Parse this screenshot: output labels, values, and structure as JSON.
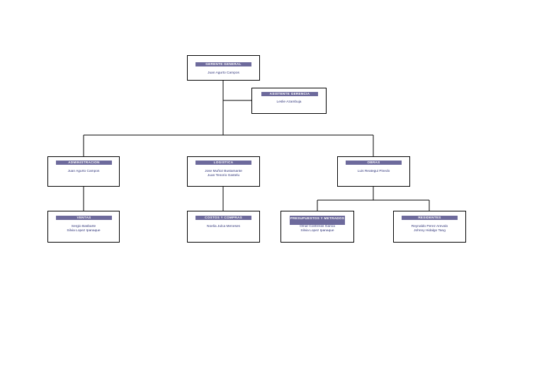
{
  "nodes": {
    "gerente_general": {
      "title": "GERENTE GENERAL",
      "names": [
        "Juan Agurto Campos"
      ]
    },
    "asistente_gerencia": {
      "title": "ASISTENTE GERENCIA",
      "names": [
        "Leslie Azambuja"
      ]
    },
    "administracion": {
      "title": "ADMINISTRACION",
      "names": [
        "Juan Agurto Campos"
      ]
    },
    "logistica": {
      "title": "LOGISTICA",
      "names": [
        "Jose Muñoz Bustamante",
        "Juan Tenorio Gastelu"
      ]
    },
    "obras": {
      "title": "OBRAS",
      "names": [
        "Luis Reategui Pinedo"
      ]
    },
    "ventas": {
      "title": "VENTAS",
      "names": [
        "Sergio Basbarte",
        "Silvia Lopez Ipanaque"
      ]
    },
    "costos_compras": {
      "title": "COSTOS Y COMPRAS",
      "names": [
        "Noelia Julca Meneses"
      ]
    },
    "presupuestos": {
      "title": "PRESUPUESTOS Y METRADOS",
      "names": [
        "Omar Contreras Garcia",
        "Silvia Lopez Ipanaque"
      ]
    },
    "residentes": {
      "title": "RESIDENTES",
      "names": [
        "Reynaldo Perez Arevalo",
        "Johnny Hidalgo Tang"
      ]
    }
  },
  "colors": {
    "title_fill": "#6d6a9c",
    "name_text": "#2f3479",
    "border": "#000000"
  }
}
